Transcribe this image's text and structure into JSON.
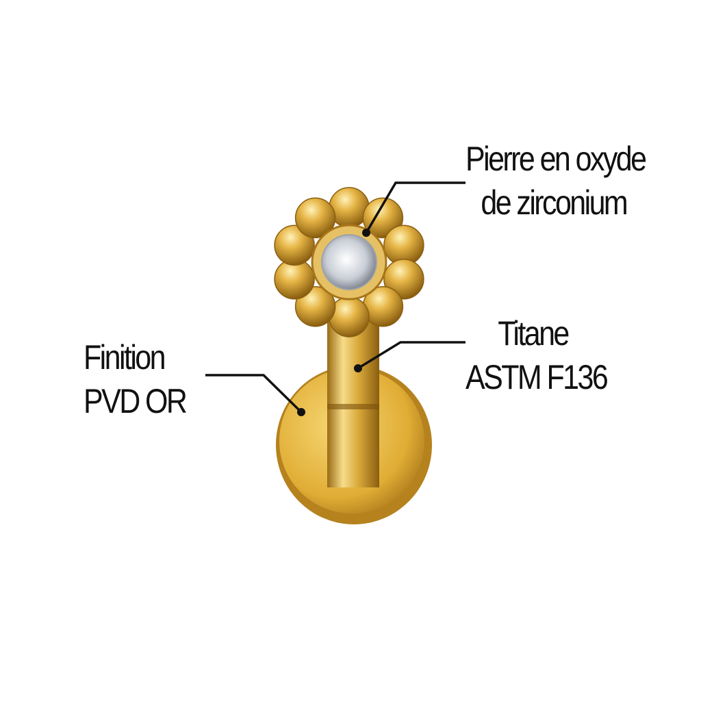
{
  "labels": {
    "stone": {
      "line1": "Pierre en oxyde",
      "line2": "de zirconium"
    },
    "material": {
      "line1": "Titane",
      "line2": "ASTM F136"
    },
    "finish": {
      "line1": "Finition",
      "line2": "PVD OR"
    }
  },
  "colors": {
    "gold": "#d9a93a",
    "gold_dark": "#a8751a",
    "gold_light": "#f6dc8a",
    "line": "#111111"
  }
}
